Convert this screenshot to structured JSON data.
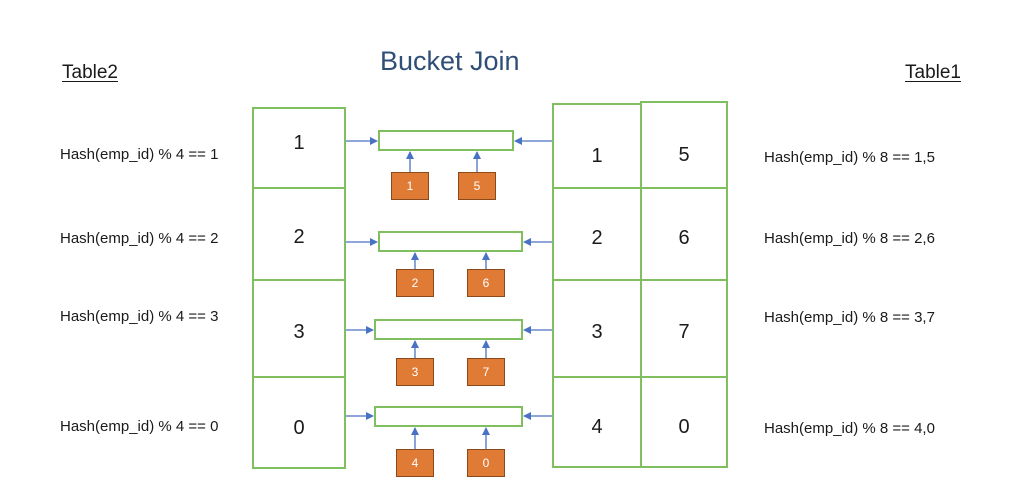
{
  "title": "Bucket Join",
  "left_table": {
    "heading": "Table2",
    "buckets": [
      "1",
      "2",
      "3",
      "0"
    ],
    "labels": [
      "Hash(emp_id) % 4 == 1",
      "Hash(emp_id) % 4 == 2",
      "Hash(emp_id) % 4 == 3",
      "Hash(emp_id) % 4 == 0"
    ]
  },
  "right_table": {
    "heading": "Table1",
    "buckets_col1": [
      "1",
      "2",
      "3",
      "4"
    ],
    "buckets_col2": [
      "5",
      "6",
      "7",
      "0"
    ],
    "labels": [
      "Hash(emp_id) % 8 == 1,5",
      "Hash(emp_id) % 8 == 2,6",
      "Hash(emp_id) % 8 == 3,7",
      "Hash(emp_id) % 8 == 4,0"
    ]
  },
  "join_tasks": [
    {
      "chips": [
        "1",
        "5"
      ]
    },
    {
      "chips": [
        "2",
        "6"
      ]
    },
    {
      "chips": [
        "3",
        "7"
      ]
    },
    {
      "chips": [
        "4",
        "0"
      ]
    }
  ],
  "colors": {
    "border": "#7fbf5f",
    "arrow": "#4a72c4",
    "chip": "#e07b35",
    "title": "#2f4f78"
  }
}
